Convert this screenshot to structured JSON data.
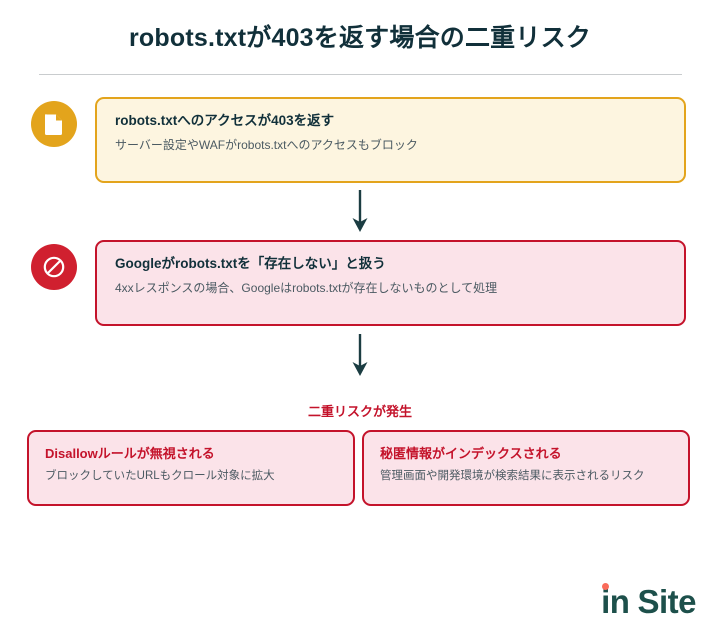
{
  "page": {
    "title": "robots.txtが403を返す場合の二重リスク"
  },
  "flow": {
    "steps": [
      {
        "icon": "document-icon",
        "title": "robots.txtへのアクセスが403を返す",
        "subtitle": "サーバー設定やWAFがrobots.txtへのアクセスもブロック",
        "accent": "#e3a41c",
        "background": "#fdf5e0"
      },
      {
        "icon": "prohibited-icon",
        "title": "Googleがrobots.txtを「存在しない」と扱う",
        "subtitle": "4xxレスポンスの場合、Googleはrobots.txtが存在しないものとして処理",
        "accent": "#c4132b",
        "background": "#fbe3e9"
      }
    ],
    "arrow_color": "#1b3d42"
  },
  "risk": {
    "label": "二重リスクが発生",
    "label_color": "#c4132b",
    "outcomes": [
      {
        "title": "Disallowルールが無視される",
        "subtitle": "ブロックしていたURLもクロール対象に拡大"
      },
      {
        "title": "秘匿情報がインデックスされる",
        "subtitle": "管理画面や開発環境が検索結果に表示されるリスク"
      }
    ]
  },
  "brand": {
    "word_in": "in",
    "word_site": "Site",
    "text_color": "#1d504b",
    "dot_color": "#fa6b5a"
  }
}
